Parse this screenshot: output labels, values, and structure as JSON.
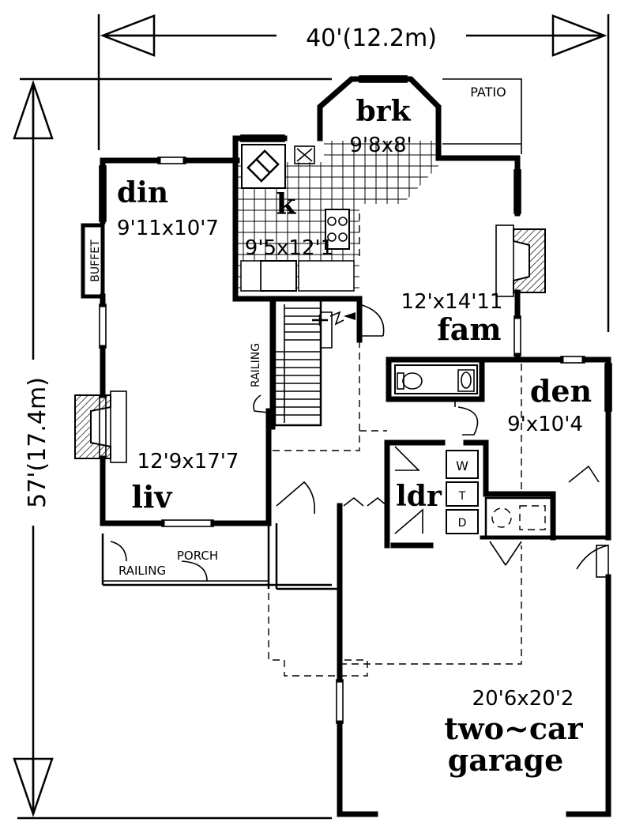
{
  "dimensions": {
    "width_label": "40'(12.2m)",
    "depth_label": "57'(17.4m)"
  },
  "rooms": {
    "breakfast": {
      "name": "brk",
      "size": "9'8x8'"
    },
    "dining": {
      "name": "din",
      "size": "9'11x10'7"
    },
    "kitchen": {
      "name": "k",
      "size": "9'5x12'1"
    },
    "family": {
      "name": "fam",
      "size": "12'x14'11"
    },
    "den": {
      "name": "den",
      "size": "9'x10'4"
    },
    "living": {
      "name": "liv",
      "size": "12'9x17'7"
    },
    "laundry": {
      "name": "ldr"
    },
    "garage": {
      "name_line1": "two~car",
      "name_line2": "garage",
      "size": "20'6x20'2"
    }
  },
  "labels": {
    "patio": "PATIO",
    "buffet": "BUFFET",
    "stair_railing": "RAILING",
    "porch": "PORCH",
    "porch_railing": "RAILING",
    "washer": "W",
    "dryer": "D",
    "tub": "T"
  }
}
